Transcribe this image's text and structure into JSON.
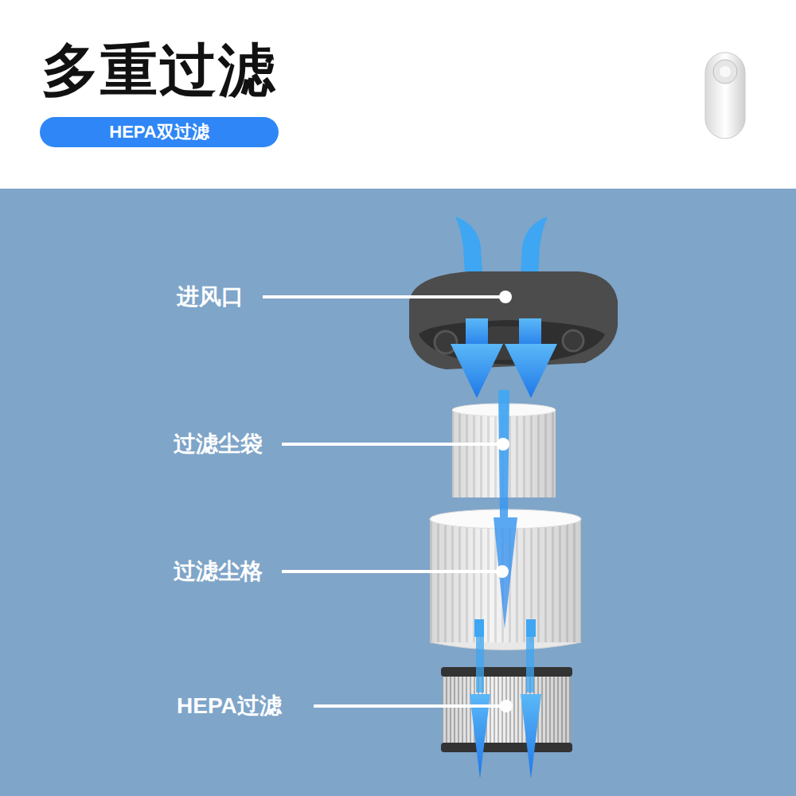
{
  "diagram": {
    "title": "多重过滤",
    "nodes": [
      {
        "text": [
          "HEPA双过滤"
        ]
      }
    ],
    "labels": [
      "进风口",
      "过滤尘袋",
      "过滤尘格",
      "HEPA过滤"
    ]
  }
}
